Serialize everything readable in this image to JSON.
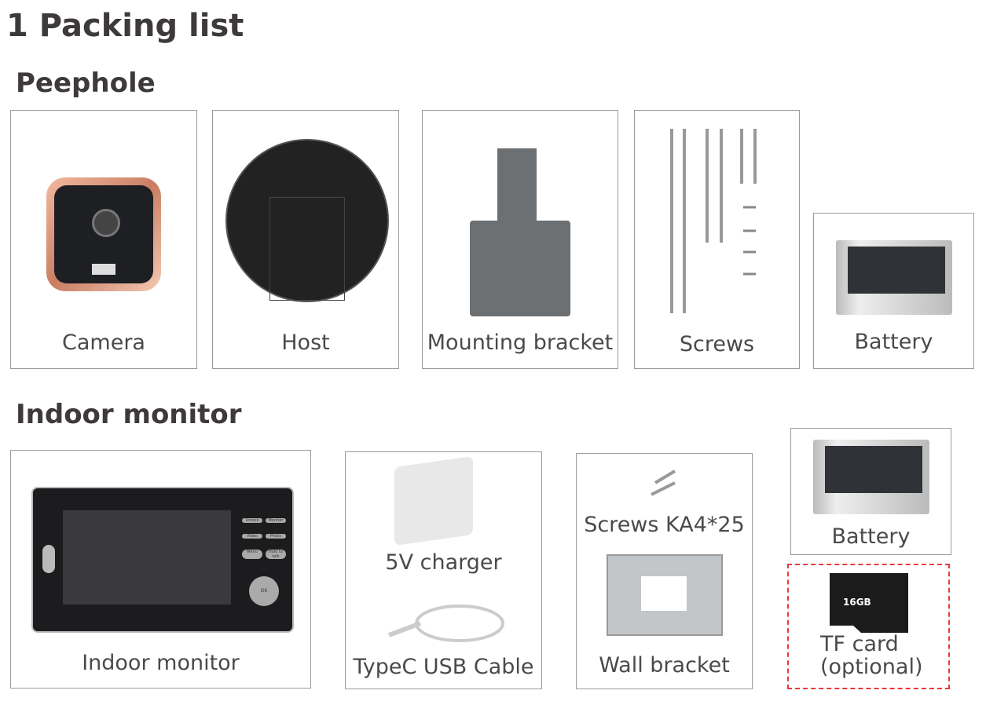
{
  "title": "1 Packing list",
  "peephole": {
    "heading": "Peephole",
    "items": [
      {
        "label": "Camera"
      },
      {
        "label": "Host"
      },
      {
        "label": "Mounting bracket"
      },
      {
        "label": "Screws"
      },
      {
        "label": "Battery"
      }
    ]
  },
  "indoor": {
    "heading": "Indoor monitor",
    "items": [
      {
        "label": "Indoor monitor"
      },
      {
        "label": "5V charger"
      },
      {
        "label": "TypeC USB Cable"
      },
      {
        "label": "Screws KA4*25"
      },
      {
        "label": "Wall bracket"
      },
      {
        "label": "Battery"
      },
      {
        "label": "TF card"
      },
      {
        "label": "(optional)"
      }
    ],
    "monitor_buttons": [
      "Unlock",
      "Monitor",
      "Video",
      "Photo",
      "Menu",
      "Hold to talk",
      "OK"
    ],
    "tf_capacity": "16GB"
  },
  "colors": {
    "accent_dash": "#e63a3a",
    "heading": "#3e3a3a",
    "border": "#9a9a9a"
  }
}
